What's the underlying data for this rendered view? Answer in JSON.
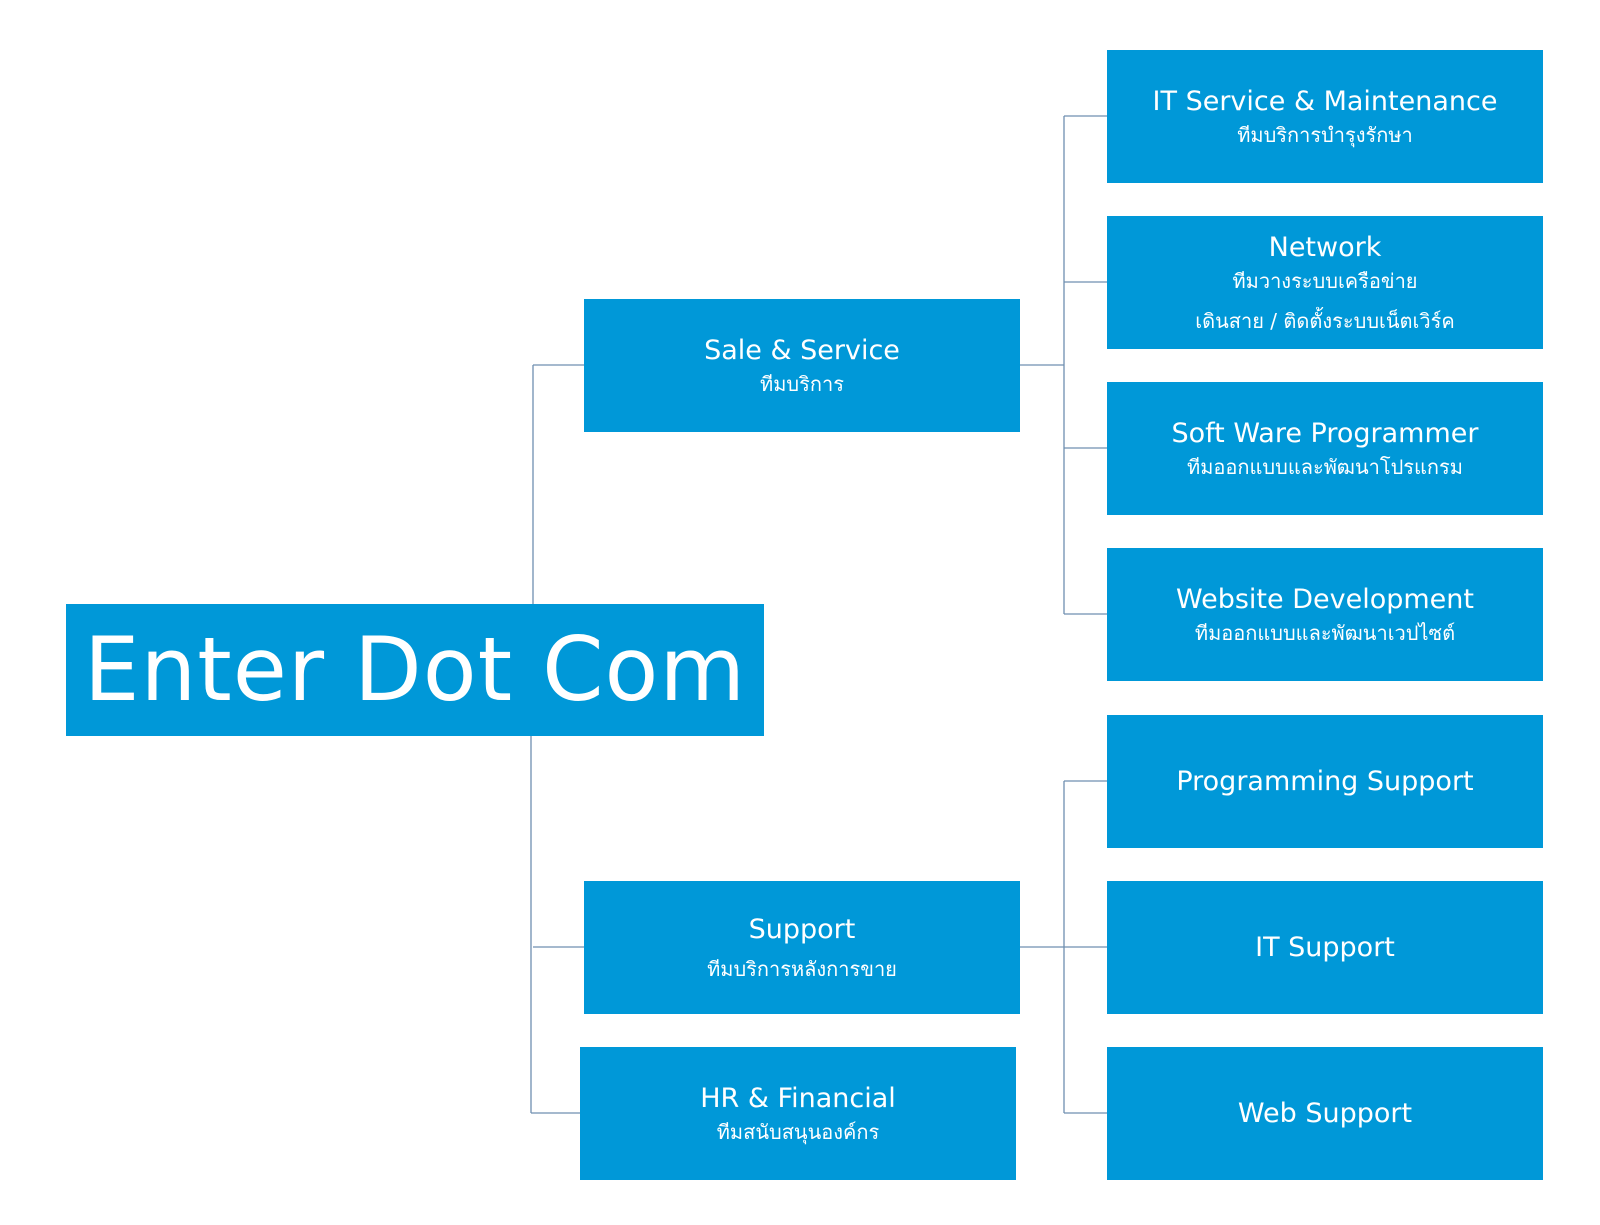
{
  "root": {
    "title": "Enter Dot Com"
  },
  "branches": [
    {
      "title": "Sale & Service",
      "subtitle": "ทีมบริการ"
    },
    {
      "title": "Support",
      "subtitle": "ทีมบริการหลังการขาย"
    },
    {
      "title": "HR & Financial",
      "subtitle": "ทีมสนับสนุนองค์กร"
    }
  ],
  "sale_children": [
    {
      "title": "IT Service & Maintenance",
      "subtitle": "ทีมบริการบำรุงรักษา"
    },
    {
      "title": "Network",
      "subtitle": "ทีมวางระบบเครือข่าย",
      "subtitle2": "เดินสาย / ติดตั้งระบบเน็ตเวิร์ค"
    },
    {
      "title": "Soft Ware Programmer",
      "subtitle": "ทีมออกแบบและพัฒนาโปรแกรม"
    },
    {
      "title": "Website Development",
      "subtitle": "ทีมออกแบบและพัฒนาเวปไซต์"
    }
  ],
  "support_children": [
    {
      "title": "Programming Support"
    },
    {
      "title": "IT Support"
    },
    {
      "title": "Web Support"
    }
  ],
  "colors": {
    "box": "#0098d8",
    "connector": "#6f8fb0",
    "text": "#ffffff"
  }
}
